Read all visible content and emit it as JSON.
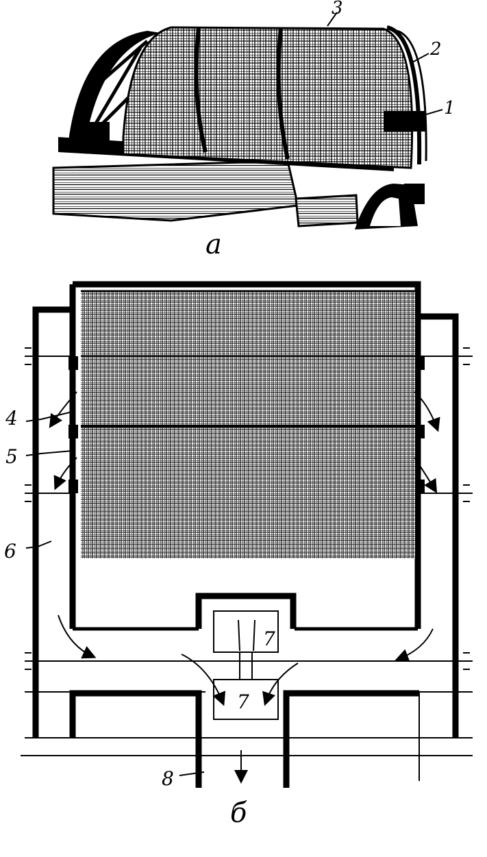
{
  "figure": {
    "panel_a_label": "а",
    "panel_b_label": "б",
    "callouts": {
      "c1": "1",
      "c2": "2",
      "c3": "3",
      "c4": "4",
      "c5": "5",
      "c6": "6",
      "c7_upper": "7",
      "c7_lower": "7",
      "c8": "8"
    }
  }
}
